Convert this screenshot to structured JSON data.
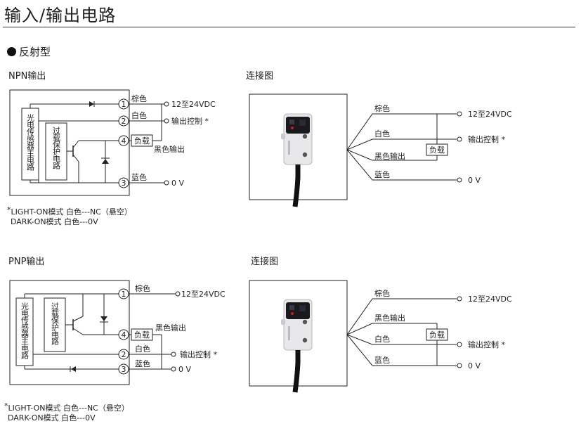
{
  "title": "输入/输出电路",
  "section": "反射型",
  "npn": {
    "heading": "NPN输出",
    "conn_heading": "连接图",
    "main_circuit": "光电传感器主电路",
    "protect_circuit": "过载保护电路",
    "terminals": [
      "1",
      "2",
      "4",
      "3"
    ],
    "wire_brown": "棕色",
    "wire_white": "白色",
    "wire_blue": "蓝色",
    "wire_black_out": "黑色输出",
    "load": "负载",
    "v_supply": "12至24VDC",
    "v_control": "输出控制 *",
    "v_zero": "0 V",
    "note_star": "*",
    "note_line1": "LIGHT-ON模式     白色---NC（悬空）",
    "note_line2": "DARK-ON模式     白色---0V",
    "conn": {
      "wire_brown": "棕色",
      "wire_white": "白色",
      "wire_black_out": "黑色输出",
      "wire_blue": "蓝色",
      "load": "负载",
      "v_supply": "12至24VDC",
      "v_control": "输出控制 *",
      "v_zero": "0 V"
    }
  },
  "pnp": {
    "heading": "PNP输出",
    "conn_heading": "连接图",
    "main_circuit": "光电传感器主电路",
    "protect_circuit": "过载保护电路",
    "terminals": [
      "1",
      "4",
      "2",
      "3"
    ],
    "wire_brown": "棕色",
    "wire_white": "白色",
    "wire_blue": "蓝色",
    "wire_black_out": "黑色输出",
    "load": "负载",
    "v_supply": "12至24VDC",
    "v_control": "输出控制 *",
    "v_zero": "0 V",
    "note_star": "*",
    "note_line1": "LIGHT-ON模式     白色---NC（悬空）",
    "note_line2": "DARK-ON模式     白色---0V",
    "conn": {
      "wire_brown": "棕色",
      "wire_black_out": "黑色输出",
      "wire_white": "白色",
      "wire_blue": "蓝色",
      "load": "负载",
      "v_supply": "12至24VDC",
      "v_control": "输出控制 *",
      "v_zero": "0 V"
    }
  }
}
